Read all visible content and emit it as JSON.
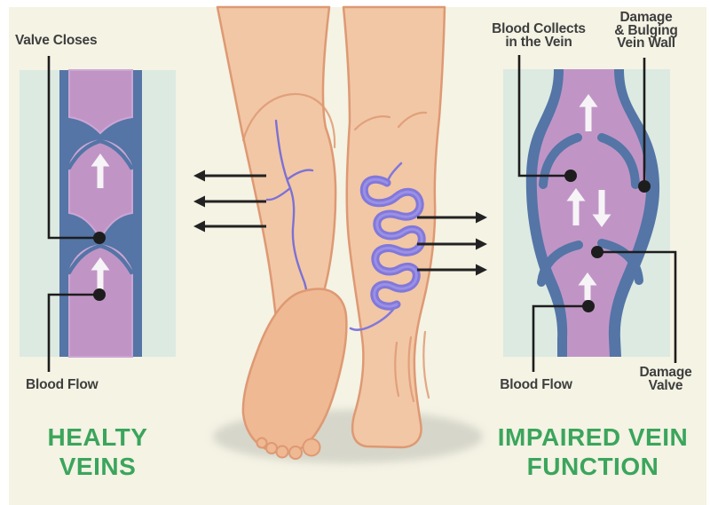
{
  "left_panel": {
    "valve_closes_label": "Valve Closes",
    "blood_flow_label": "Blood Flow",
    "title": [
      "HEALTY",
      "VEINS"
    ]
  },
  "right_panel": {
    "blood_collects": [
      "Blood Collects",
      "in the Vein"
    ],
    "damage_bulging": [
      "Damage",
      "& Bulging",
      "Vein Wall"
    ],
    "damage_valve": [
      "Damage",
      "Valve"
    ],
    "blood_flow_label": "Blood Flow",
    "title": [
      "IMPAIRED VEIN",
      "FUNCTION"
    ]
  },
  "colors": {
    "cream": "#f4f3e4",
    "mint": "#dceae1",
    "vein_blue": "#5475a6",
    "vein_purple": "#c095c6",
    "purple_edge": "#cba6d4",
    "arrow_white": "#f7f4f7",
    "label_text": "#3e3e3e",
    "line_black": "#1d1d1d",
    "title_green": "#3ba55c",
    "skin": "#f2c7a5",
    "skin_outline": "#de9973",
    "sole": "#efb993",
    "vein_varicose": "#8278da",
    "vein_spider": "#7b71d4",
    "shadow": "#c3c3ba"
  }
}
